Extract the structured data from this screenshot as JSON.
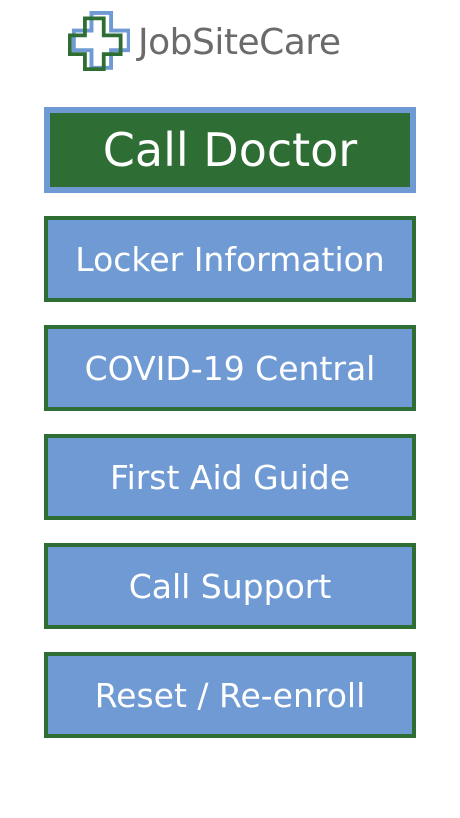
{
  "brand": {
    "name": "JobSiteCare",
    "icon": "medical-cross-logo-icon",
    "colors": {
      "green": "#2e6d33",
      "blue": "#6f9ad4",
      "text_gray": "#6b6b6b"
    }
  },
  "menu": {
    "call_doctor": "Call Doctor",
    "locker_information": "Locker Information",
    "covid_central": "COVID-19 Central",
    "first_aid_guide": "First Aid Guide",
    "call_support": "Call Support",
    "reset_reenroll": "Reset / Re-enroll"
  }
}
